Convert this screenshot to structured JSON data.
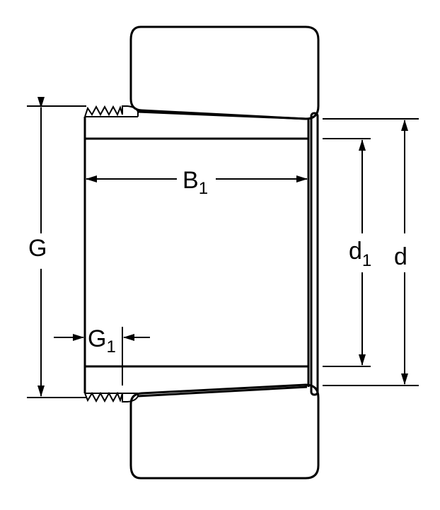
{
  "labels": {
    "G": "G",
    "G1_main": "G",
    "G1_sub": "1",
    "B1_main": "B",
    "B1_sub": "1",
    "d1_main": "d",
    "d1_sub": "1",
    "d": "d"
  },
  "colors": {
    "stroke": "#000000",
    "background": "#ffffff"
  }
}
